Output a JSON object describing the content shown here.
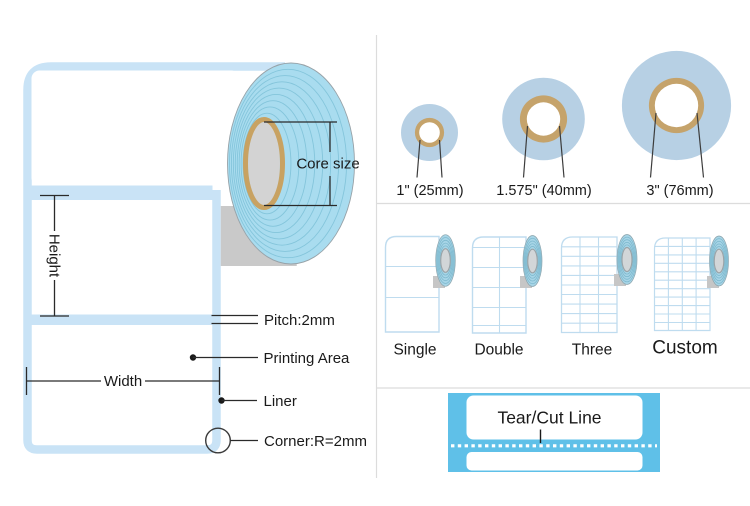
{
  "roll_diagram": {
    "core_size_label": "Core size",
    "height_label": "Height",
    "pitch_label": "Pitch:2mm",
    "printing_area_label": "Printing Area",
    "width_label": "Width",
    "liner_label": "Liner",
    "corner_label": "Corner:R=2mm"
  },
  "core_sizes": {
    "items": [
      {
        "label": "1\" (25mm)"
      },
      {
        "label": "1.575\" (40mm)"
      },
      {
        "label": "3\" (76mm)"
      }
    ]
  },
  "roll_types": {
    "items": [
      {
        "label": "Single",
        "columns": 1
      },
      {
        "label": "Double",
        "columns": 2
      },
      {
        "label": "Three",
        "columns": 3
      },
      {
        "label": "Custom",
        "columns": 4
      }
    ]
  },
  "tear_cut": {
    "label": "Tear/Cut Line"
  },
  "colors": {
    "liner_blue": "#C9E3F6",
    "roll_face_blue": "#A9DCEF",
    "roll_ring_blue": "#84C5DB",
    "core_tan": "#C8A262",
    "core_gray": "#D3D3D3",
    "shadow_gray": "#C9C9C9",
    "circle_blue": "#B7D0E4",
    "circle_ring_tan": "#C5A36B",
    "small_roll_outline": "#BFDCEF",
    "tear_strip_blue": "#5FC0E8",
    "divider_gray": "#DCDCDC",
    "text": "#1a1a1a"
  }
}
